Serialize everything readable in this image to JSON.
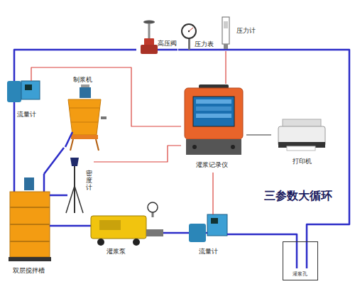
{
  "diagram": {
    "title": "三参数大循环",
    "nodes": [
      {
        "text": [
          "高压阀"
        ]
      },
      {
        "text": [
          "压力表"
        ]
      },
      {
        "text": [
          "压力计"
        ]
      },
      {
        "text": [
          "流量计"
        ]
      },
      {
        "text": [
          "制浆机"
        ]
      },
      {
        "text": [
          "灌浆记录仪"
        ]
      },
      {
        "text": [
          "打印机"
        ]
      },
      {
        "text": [
          "密度计"
        ]
      },
      {
        "text": [
          "双层搅拌槽"
        ]
      },
      {
        "text": [
          "灌浆泵"
        ]
      },
      {
        "text": [
          "流量计"
        ]
      },
      {
        "text": [
          "灌浆孔"
        ]
      }
    ],
    "edges": [
      {
        "from": 8,
        "to": 9,
        "arrow": "none"
      },
      {
        "from": 9,
        "to": 10,
        "arrow": "none"
      },
      {
        "from": 10,
        "to": 11,
        "arrow": "none"
      },
      {
        "from": 11,
        "to": 2,
        "arrow": "none"
      },
      {
        "from": 2,
        "to": 1,
        "arrow": "none"
      },
      {
        "from": 1,
        "to": 0,
        "arrow": "none"
      },
      {
        "from": 0,
        "to": 3,
        "arrow": "none"
      },
      {
        "from": 3,
        "to": 8,
        "arrow": "none"
      },
      {
        "from": 4,
        "to": 8,
        "arrow": "none"
      },
      {
        "from": 7,
        "to": 8,
        "arrow": "none"
      },
      {
        "from": 3,
        "to": 5,
        "arrow": "none"
      },
      {
        "from": 2,
        "to": 5,
        "arrow": "none"
      },
      {
        "from": 7,
        "to": 5,
        "arrow": "none"
      },
      {
        "from": 10,
        "to": 5,
        "arrow": "none"
      },
      {
        "from": 5,
        "to": 6,
        "arrow": "none"
      }
    ]
  }
}
